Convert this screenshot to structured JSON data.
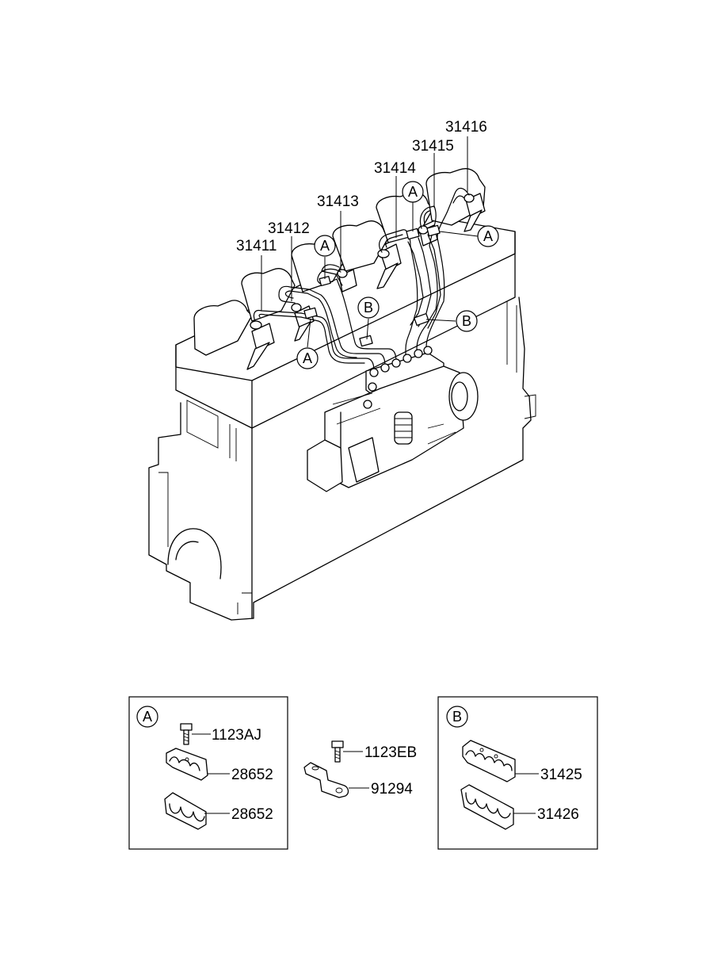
{
  "part_labels": {
    "p31411": "31411",
    "p31412": "31412",
    "p31413": "31413",
    "p31414": "31414",
    "p31415": "31415",
    "p31416": "31416"
  },
  "callouts": {
    "a": "A",
    "b": "B"
  },
  "detail_a": {
    "letter": "A",
    "bolt": "1123AJ",
    "clamp_upper": "28652",
    "clamp_lower": "28652"
  },
  "middle_parts": {
    "bolt": "1123EB",
    "bracket": "91294"
  },
  "detail_b": {
    "letter": "B",
    "clamp_upper": "31425",
    "clamp_lower": "31426"
  }
}
